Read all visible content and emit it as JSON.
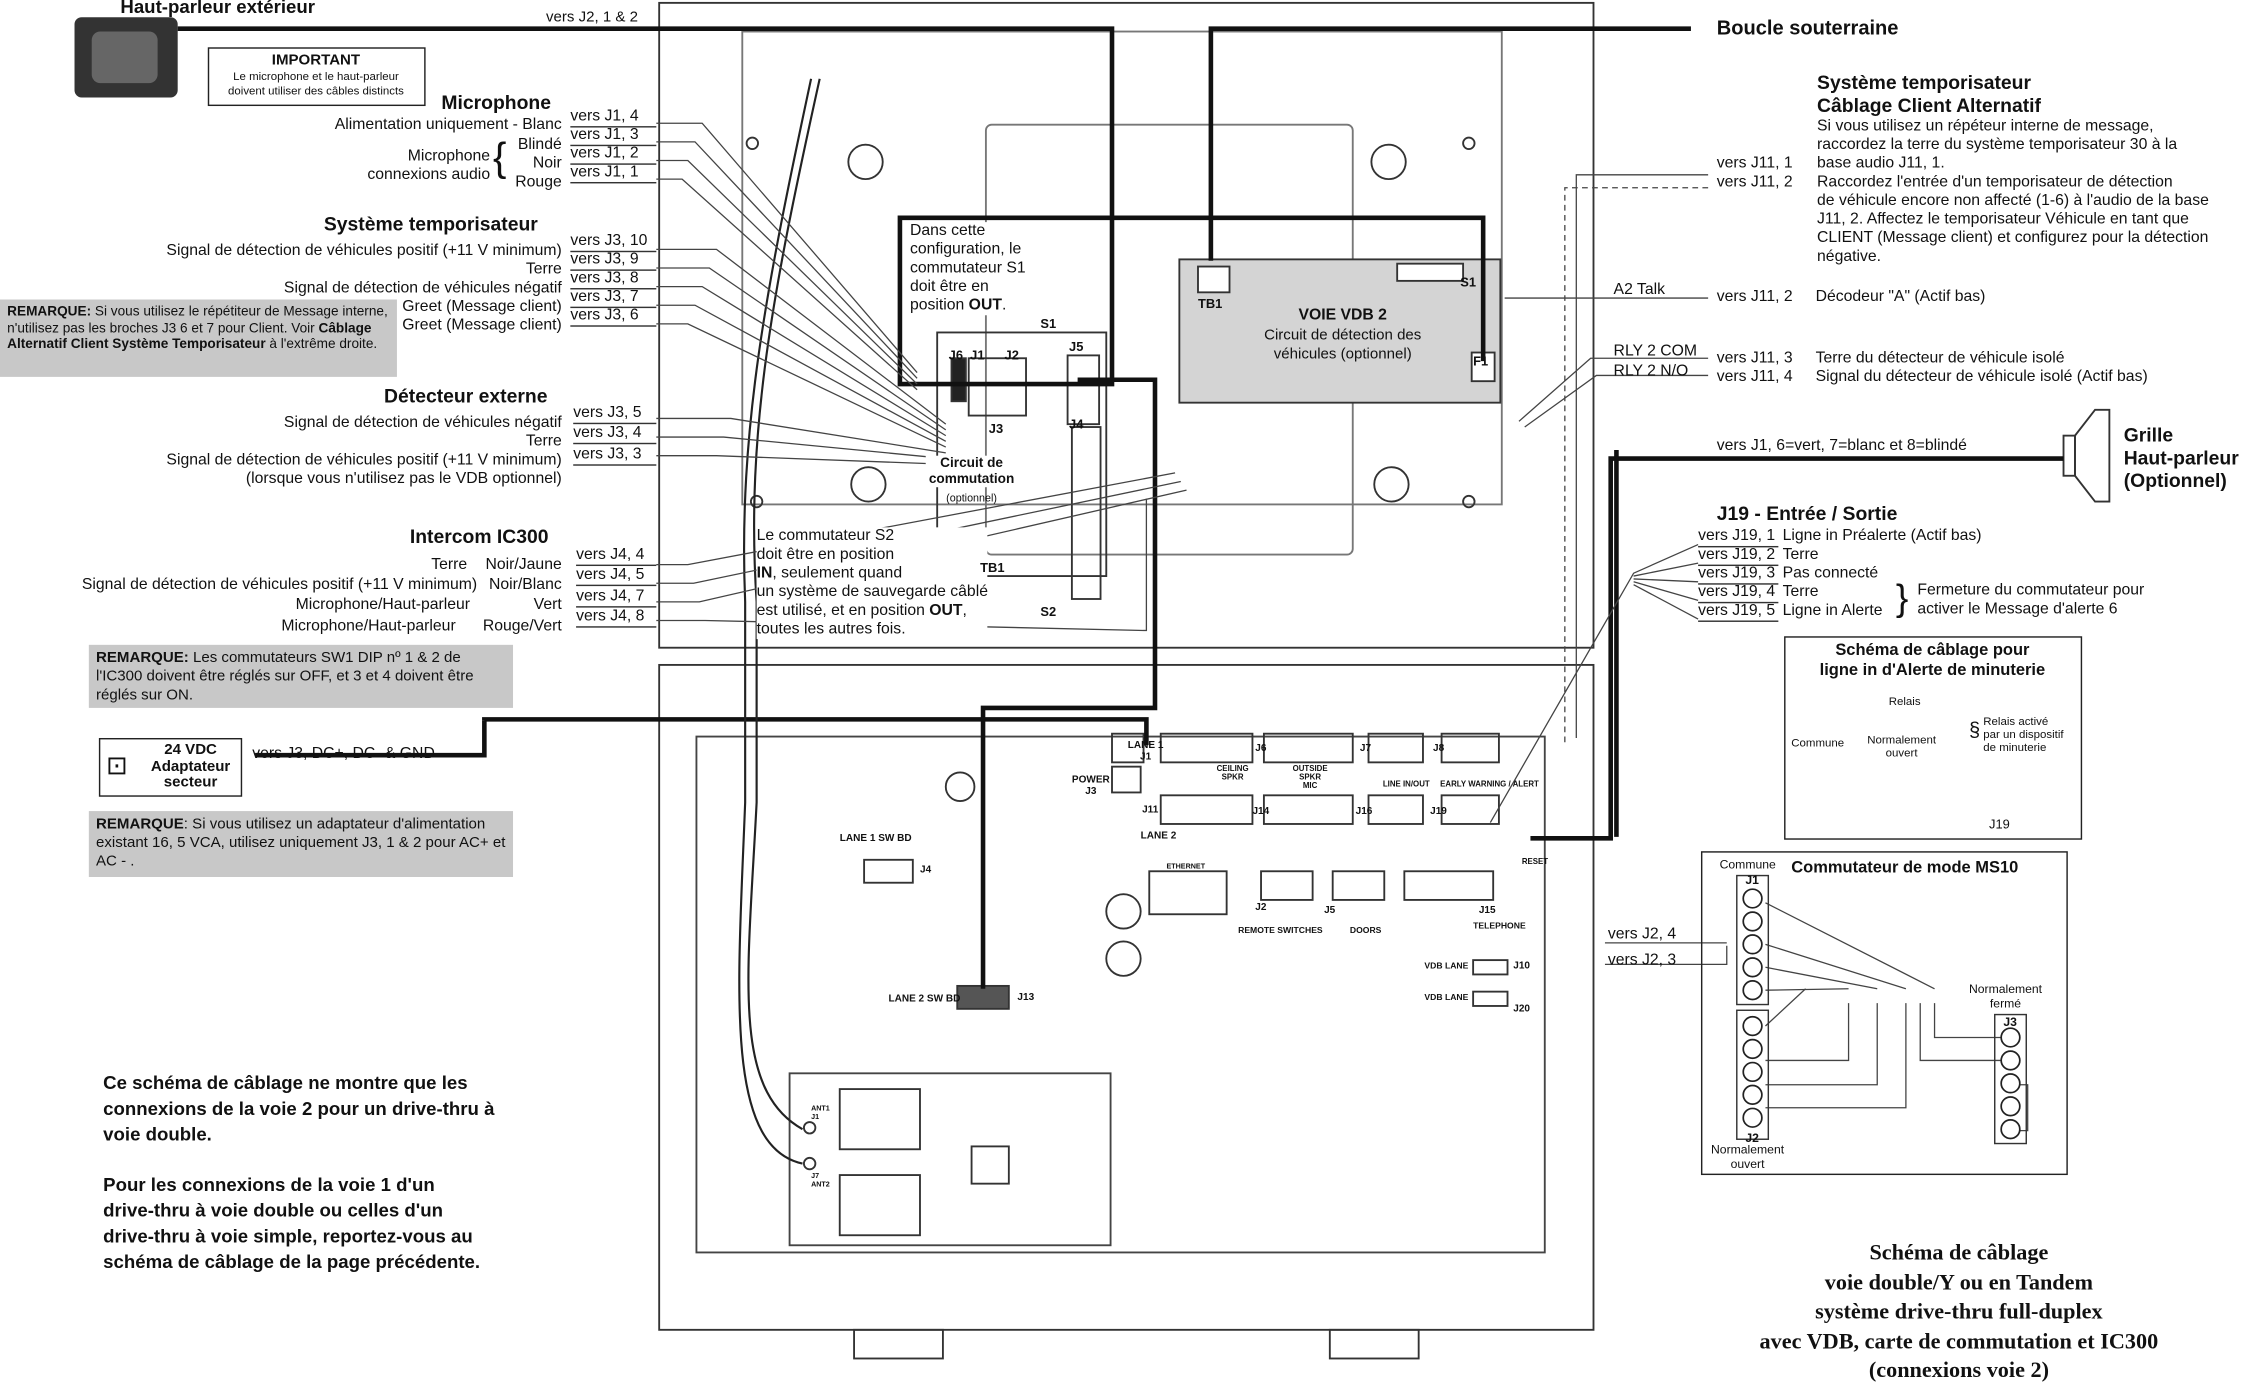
{
  "top": {
    "speaker_ext": "Haut-parleur extérieur",
    "vers_j2_12": "vers J2, 1 & 2",
    "boucle": "Boucle souterraine",
    "important_title": "IMPORTANT",
    "important_body": "Le microphone et le haut-parleur\ndoivent utiliser des câbles distincts"
  },
  "microphone": {
    "title": "Microphone",
    "alim": "Alimentation uniquement - Blanc",
    "mic_conn": "Microphone\nconnexions audio",
    "blinde": "Blindé",
    "noir": "Noir",
    "rouge": "Rouge",
    "vers": [
      "vers J1, 4",
      "vers J1, 3",
      "vers J1, 2",
      "vers J1, 1"
    ]
  },
  "temporisateur": {
    "title": "Système temporisateur",
    "lines": [
      "Signal de détection de véhicules positif (+11 V minimum)",
      "Terre",
      "Signal de détection de véhicules négatif",
      "Greet (Message client)",
      "Greet (Message client)"
    ],
    "vers": [
      "vers J3, 10",
      "vers J3, 9",
      "vers J3, 8",
      "vers J3, 7",
      "vers J3, 6"
    ],
    "note_bold": "REMARQUE:",
    "note_text": " Si vous utilisez le répétiteur de Message interne, n'utilisez pas les broches J3 6 et 7 pour Client. Voir ",
    "note_bold2": "Câblage Alternatif Client Système Temporisateur",
    "note_text2": " à l'extrême droite."
  },
  "detecteur": {
    "title": "Détecteur externe",
    "lines": [
      "Signal de détection de véhicules négatif",
      "Terre",
      "Signal de détection de véhicules positif (+11 V minimum)",
      "(lorsque vous n'utilisez pas le VDB optionnel)"
    ],
    "vers": [
      "vers J3, 5",
      "vers J3, 4",
      "vers J3, 3"
    ]
  },
  "intercom": {
    "title": "Intercom IC300",
    "labels": [
      "Terre",
      "Signal de détection de véhicules positif (+11 V minimum)",
      "Microphone/Haut-parleur",
      "Microphone/Haut-parleur"
    ],
    "colors": [
      "Noir/Jaune",
      "Noir/Blanc",
      "Vert",
      "Rouge/Vert"
    ],
    "vers": [
      "vers J4, 4",
      "vers J4, 5",
      "vers J4, 7",
      "vers J4, 8"
    ],
    "note_bold": "REMARQUE:",
    "note_text": " Les commutateurs SW1 DIP nº 1 & 2 de l'IC300 doivent être réglés sur OFF, et 3 et 4 doivent être réglés sur ON."
  },
  "power": {
    "label": "24 VDC\nAdaptateur\nsecteur",
    "vers": "vers J3, DC+, DC- & GND",
    "note_bold": "REMARQUE",
    "note_text": ": Si vous utilisez un adaptateur d'alimentation existant 16, 5 VCA, utilisez uniquement J3, 1 & 2 pour AC+ et AC - ."
  },
  "bottom_para1": "Ce schéma de câblage ne montre que les\nconnexions de la voie 2 pour un drive-thru à\nvoie double.",
  "bottom_para2": "Pour les connexions de la voie 1 d'un\ndrive-thru à voie double ou celles d'un\ndrive-thru à voie simple, reportez-vous au\nschéma de câblage de la page précédente.",
  "center": {
    "s1_note": "Dans cette\nconfiguration, le\ncommutateur S1\ndoit être  en\nposition ",
    "s1_out": "OUT",
    "s2_note_a": "Le commutateur S2\ndoit être en position\n",
    "s2_in": "IN",
    "s2_note_b": ", seulement quand\nun système de sauvegarde câblé\nest utilisé, et en position ",
    "s2_out": "OUT",
    "s2_note_c": ",\ntoutes les autres fois.",
    "s1": "S1",
    "s2": "S2",
    "j6": "J6",
    "j1": "J1",
    "j2": "J2",
    "j5": "J5",
    "j3": "J3",
    "j4": "J4",
    "tb1": "TB1",
    "circuit_title": "Circuit de\ncommutation",
    "circuit_opt": "(optionnel)",
    "vdb_title": "VOIE VDB 2",
    "vdb_sub": "Circuit de détection des\nvéhicules (optionnel)",
    "vdb_tb1": "TB1",
    "vdb_s1": "S1",
    "vdb_f1": "F1"
  },
  "board": {
    "lane1": "LANE 1\nJ1",
    "power": "POWER\nJ3",
    "lane2": "LANE 2",
    "j11": "J11",
    "j6": "J6",
    "j7": "J7",
    "j8": "J8",
    "j14": "J14",
    "j16": "J16",
    "j19": "J19",
    "ceiling": "CEILING\nSPKR",
    "outside": "OUTSIDE\nSPKR\nMIC",
    "line_inout": "LINE IN/OUT",
    "early": "EARLY WARNING / ALERT",
    "lane1_sw": "LANE 1 SW BD",
    "j4": "J4",
    "lane2_sw": "LANE 2 SW BD",
    "j13": "J13",
    "ethernet": "ETHERNET",
    "reset": "RESET",
    "j2": "J2",
    "j5": "J5",
    "j15": "J15",
    "remote": "REMOTE SWITCHES",
    "doors": "DOORS",
    "telephone": "TELEPHONE",
    "vdb_lane1": "VDB LANE",
    "vdb_lane2": "VDB LANE",
    "j10": "J10",
    "j20": "J20",
    "ant1": "ANT1\nJ1",
    "ant2": "J7\nANT2"
  },
  "right": {
    "alt_title1": "Système temporisateur",
    "alt_title2": "Câblage Client Alternatif",
    "alt_body": "Si vous utilisez un répéteur interne de message,\nraccordez la terre du système temporisateur 30 à la\nbase audio J11, 1.\nRaccordez l'entrée d'un temporisateur de détection\nde véhicule encore non affecté (1-6) à l'audio de la base\nJ11, 2. Affectez le temporisateur Véhicule en tant que\nCLIENT (Message client) et configurez pour la détection\nnégative.",
    "vers_j11_1": "vers J11,  1",
    "vers_j11_2": "vers J11,  2",
    "a2talk": "A2 Talk",
    "vers_j11_2b": "vers J11,  2",
    "decodeur": "Décodeur \"A\" (Actif bas)",
    "rly_com": "RLY 2 COM",
    "rly_no": "RLY 2 N/O",
    "vers_j11_3": "vers J11,  3",
    "vers_j11_4": "vers J11,  4",
    "iso_terre": "Terre du détecteur de véhicule isolé",
    "iso_signal": "Signal du détecteur de véhicule isolé (Actif bas)",
    "vers_j1_678": "vers J1, 6=vert, 7=blanc et 8=blindé",
    "grille": "Grille\nHaut-parleur\n(Optionnel)",
    "j19_title": "J19 - Entrée / Sortie",
    "j19_vers": [
      "vers J19,  1",
      "vers J19,  2",
      "vers J19,  3",
      "vers J19,  4",
      "vers J19,  5"
    ],
    "j19_desc": [
      "Ligne in Préalerte (Actif bas)",
      "Terre",
      "Pas connecté",
      "Terre",
      "Ligne in Alerte"
    ],
    "fermeture": "Fermeture du commutateur pour\nactiver le Message d'alerte 6",
    "alert_title": "Schéma de câblage pour\nligne in d'Alerte de minuterie",
    "relais": "Relais",
    "commune": "Commune",
    "norm_ouvert": "Normalement\nouvert",
    "relais_actif": "Relais activé\npar un dispositif\nde minuterie",
    "j19": "J19",
    "ms10_title": "Commutateur de mode MS10",
    "ms10_commune": "Commune",
    "ms10_j1": "J1",
    "ms10_j2": "J2",
    "ms10_j3": "J3",
    "ms10_no": "Normalement\nouvert",
    "ms10_nf": "Normalement\nfermé",
    "vers_j2_4": "vers J2, 4",
    "vers_j2_3": "vers J2, 3",
    "final_title": "Schéma de câblage\nvoie double/Y ou en Tandem\nsystème drive-thru full-duplex\navec VDB, carte de commutation et IC300\n(connexions voie 2)"
  }
}
